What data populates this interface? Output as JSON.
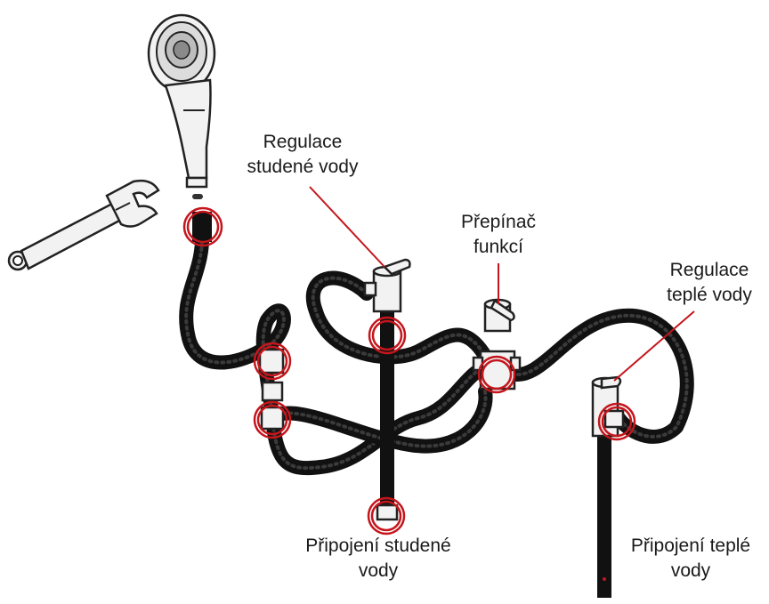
{
  "labels": {
    "cold_control": {
      "line1": "Regulace",
      "line2": "studené vody"
    },
    "function_switch": {
      "line1": "Přepínač",
      "line2": "funkcí"
    },
    "hot_control": {
      "line1": "Regulace",
      "line2": "teplé vody"
    },
    "cold_connection": {
      "line1": "Připojení studené",
      "line2": "vody"
    },
    "hot_connection": {
      "line1": "Připojení teplé",
      "line2": "vody"
    }
  },
  "colors": {
    "highlight": "#c4161c",
    "hose": "#111111",
    "metal": "#f2f2f2"
  },
  "icons": [
    "shower-head-icon",
    "wrench-icon"
  ]
}
